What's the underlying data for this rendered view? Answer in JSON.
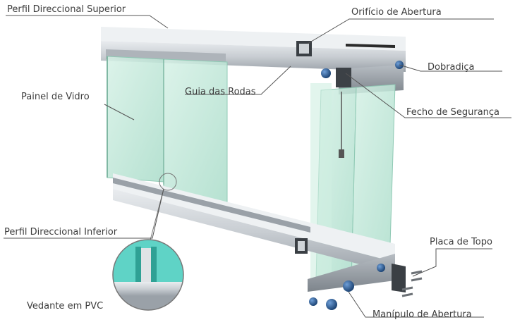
{
  "labels": {
    "perfil_superior": "Perfil Direccional Superior",
    "orificio": "Orifício de Abertura",
    "painel": "Painel de Vidro",
    "guia": "Guia das Rodas",
    "dobradica": "Dobradiça",
    "fecho": "Fecho de Segurança",
    "perfil_inferior": "Perfil Direccional Inferior",
    "placa": "Placa de Topo",
    "vedante": "Vedante em PVC",
    "manipulo": "Manípulo de Abertura"
  },
  "colors": {
    "label_text": "#3d3d3d",
    "leader_line": "#555555",
    "glass": "#bfe6d8",
    "glass_edge": "#8fc9b4",
    "aluminium": "#c9ced3",
    "aluminium_dark": "#8e959c",
    "handle": "#1e4f8c",
    "pvc_inset": "#5fd3c6"
  },
  "icons": [
    "magnifier-circle-inset"
  ]
}
